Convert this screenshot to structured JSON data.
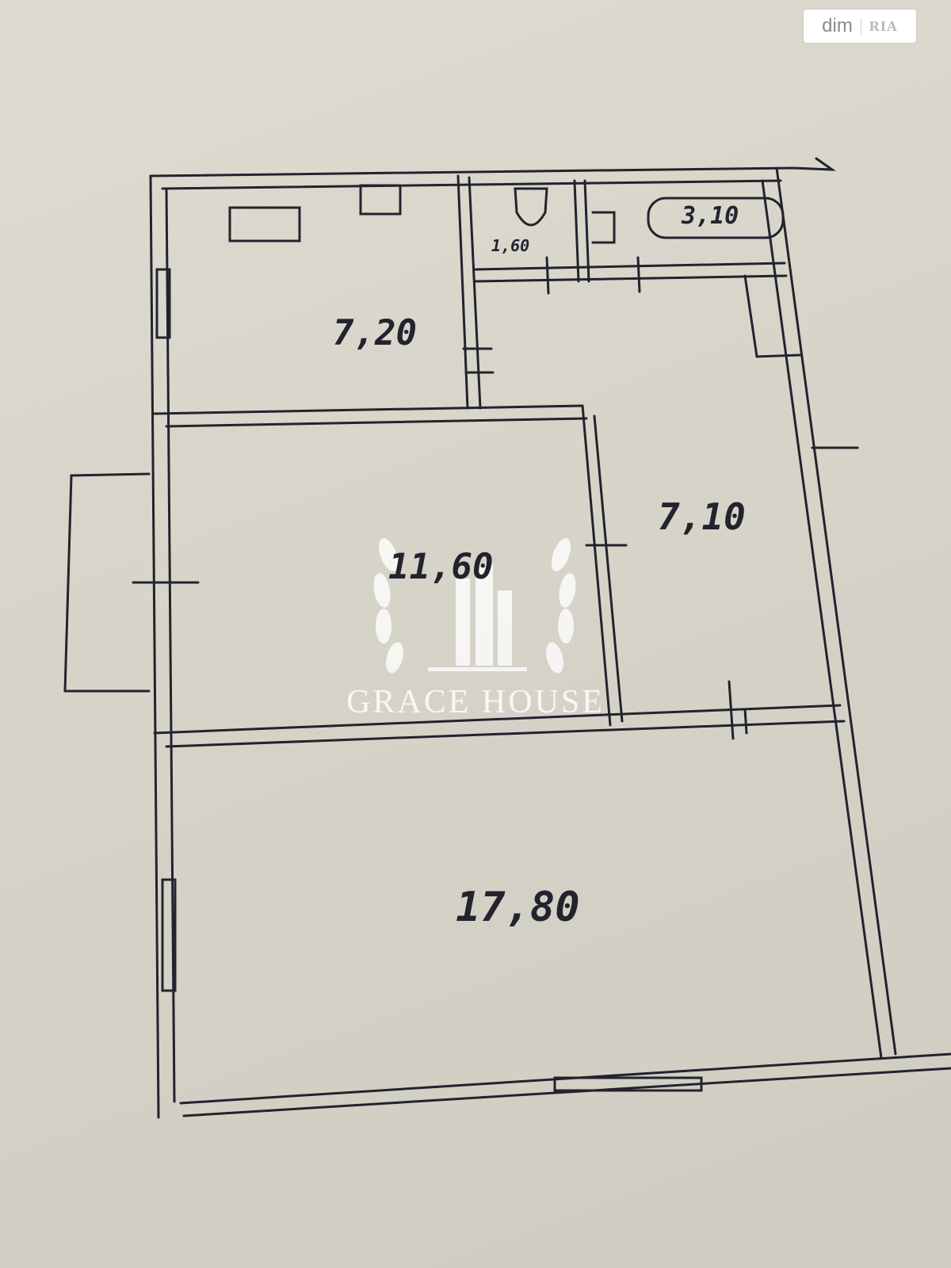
{
  "badge": {
    "brand": "dim",
    "sub": "RIA"
  },
  "watermark": {
    "text": "GRACE HOUSE",
    "logo_name": "grace-house-logo"
  },
  "rooms": {
    "kitchen": "7,20",
    "bathroom": "3,10",
    "toilet": "1,60",
    "corridor": "7,10",
    "room_middle": "11,60",
    "room_large": "17,80"
  },
  "colors": {
    "ink": "#23232e",
    "paper": "#d9d7cc"
  }
}
